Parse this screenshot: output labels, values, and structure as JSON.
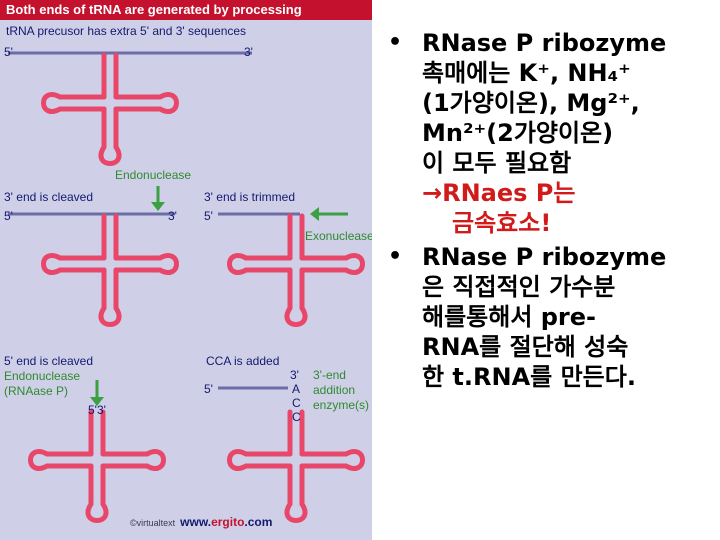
{
  "figure": {
    "header": "Both ends of tRNA are generated by processing",
    "precursor_label": "tRNA precusor  has extra 5' and 3' sequences",
    "end5": "5'",
    "end3": "3'",
    "endonuclease": "Endonuclease",
    "cleaved3": "3' end is cleaved",
    "trimmed3": "3' end is trimmed",
    "exonuclease": "Exonuclease",
    "cleaved5": "5' end is cleaved",
    "endo_rnase_line1": "Endonuclease",
    "endo_rnase_line2": "(RNAase P)",
    "cca_added": "CCA is added",
    "cca_letters": [
      "3'",
      "A",
      "C",
      "C"
    ],
    "cca_enzyme": [
      "3'-end",
      "addition",
      "enzyme(s)"
    ],
    "end53": "5'3'",
    "credit_virtualtext": "©virtualtext",
    "credit_www": "www.",
    "credit_ergito": "ergito",
    "credit_com": ".com",
    "colors": {
      "header": "#c4122e",
      "background": "#cfd0e8",
      "trna": "#e8476a",
      "strand": "#6c6ca8",
      "arrow": "#3aa040",
      "label": "#14196e"
    }
  },
  "bullets": [
    {
      "lines": [
        "RNase P ribozyme",
        "촉매에는 K⁺, NH₄⁺",
        "(1가양이온), Mg²⁺,",
        "Mn²⁺(2가양이온)",
        "이 모두 필요함"
      ],
      "red_lines": [
        "→RNaes P는",
        "금속효소!"
      ]
    },
    {
      "lines": [
        "RNase P ribozyme",
        "은 직접적인 가수분",
        "해를통해서 pre-",
        "RNA를 절단해 성숙",
        "한 t.RNA를 만든다."
      ]
    }
  ]
}
